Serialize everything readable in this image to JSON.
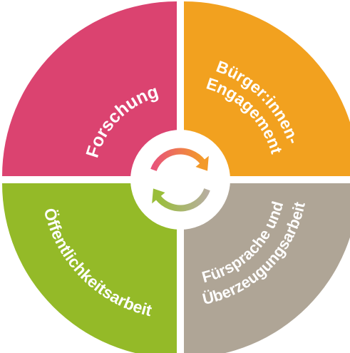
{
  "quadrants": [
    {
      "id": "top-left",
      "lines": [
        "Forschung"
      ],
      "color": "#DB4370"
    },
    {
      "id": "top-right",
      "lines": [
        "Bürger:innen-",
        "Engagement"
      ],
      "color": "#F2A11F"
    },
    {
      "id": "bottom-left",
      "lines": [
        "Öffentlichkeitsarbeit"
      ],
      "color": "#94BA28"
    },
    {
      "id": "bottom-right",
      "lines": [
        "Fürsprache und",
        "Überzeugungsarbeit"
      ],
      "color": "#AFA596"
    }
  ],
  "center": {
    "icon": "cycle-arrows-icon",
    "arrow_colors": {
      "top_start": "#E8547A",
      "top_end": "#F39A2A",
      "bottom_start": "#9ABE3A",
      "bottom_end": "#B7AE9F"
    }
  }
}
